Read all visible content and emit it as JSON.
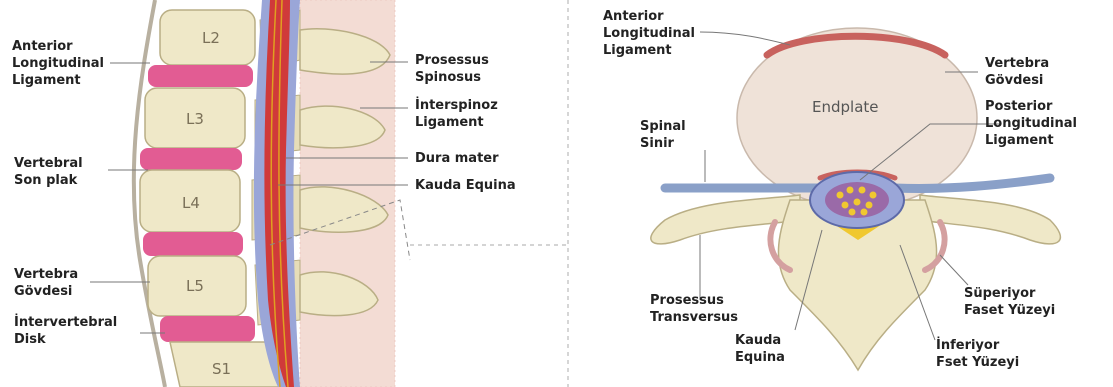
{
  "left_figure": {
    "labels": {
      "anterior_longitudinal_ligament": "Anterior\nLongitudinal\nLigament",
      "vertebral_son_plak": "Vertebral\nSon plak",
      "vertebra_govdesi": "Vertebra\nGövdesi",
      "intervertebral_disk": "İntervertebral\nDisk",
      "prosessus_spinosus": "Prosessus\nSpinosus",
      "interspinoz_ligament": "İnterspinoz\nLigament",
      "dura_mater": "Dura mater",
      "kauda_equina": "Kauda Equina"
    },
    "vertebra_names": {
      "l2": "L2",
      "l3": "L3",
      "l4": "L4",
      "l5": "L5",
      "s1": "S1"
    }
  },
  "right_figure": {
    "labels": {
      "anterior_longitudinal_ligament": "Anterior\nLongitudinal\nLigament",
      "vertebra_govdesi": "Vertebra\nGövdesi",
      "posterior_longitudinal_ligament": "Posterior\nLongitudinal\nLigament",
      "spinal_sinir": "Spinal\nSinir",
      "prosessus_transversus": "Prosessus\nTransversus",
      "kauda_equina": "Kauda\nEquina",
      "superiyor_faset": "Süperiyor\nFaset Yüzeyi",
      "inferiyor_faset": "İnferiyor\nFset Yüzeyi"
    },
    "endplate": "Endplate"
  },
  "colors": {
    "bone": "#efe8c8",
    "bone_edge": "#b9ae85",
    "disk": "#e25c93",
    "ligament": "#c8625e",
    "dura": "#9aa6d8",
    "cauda": "#e0a020",
    "nerve": "#8aa0c8",
    "fat": "#f0c830"
  }
}
